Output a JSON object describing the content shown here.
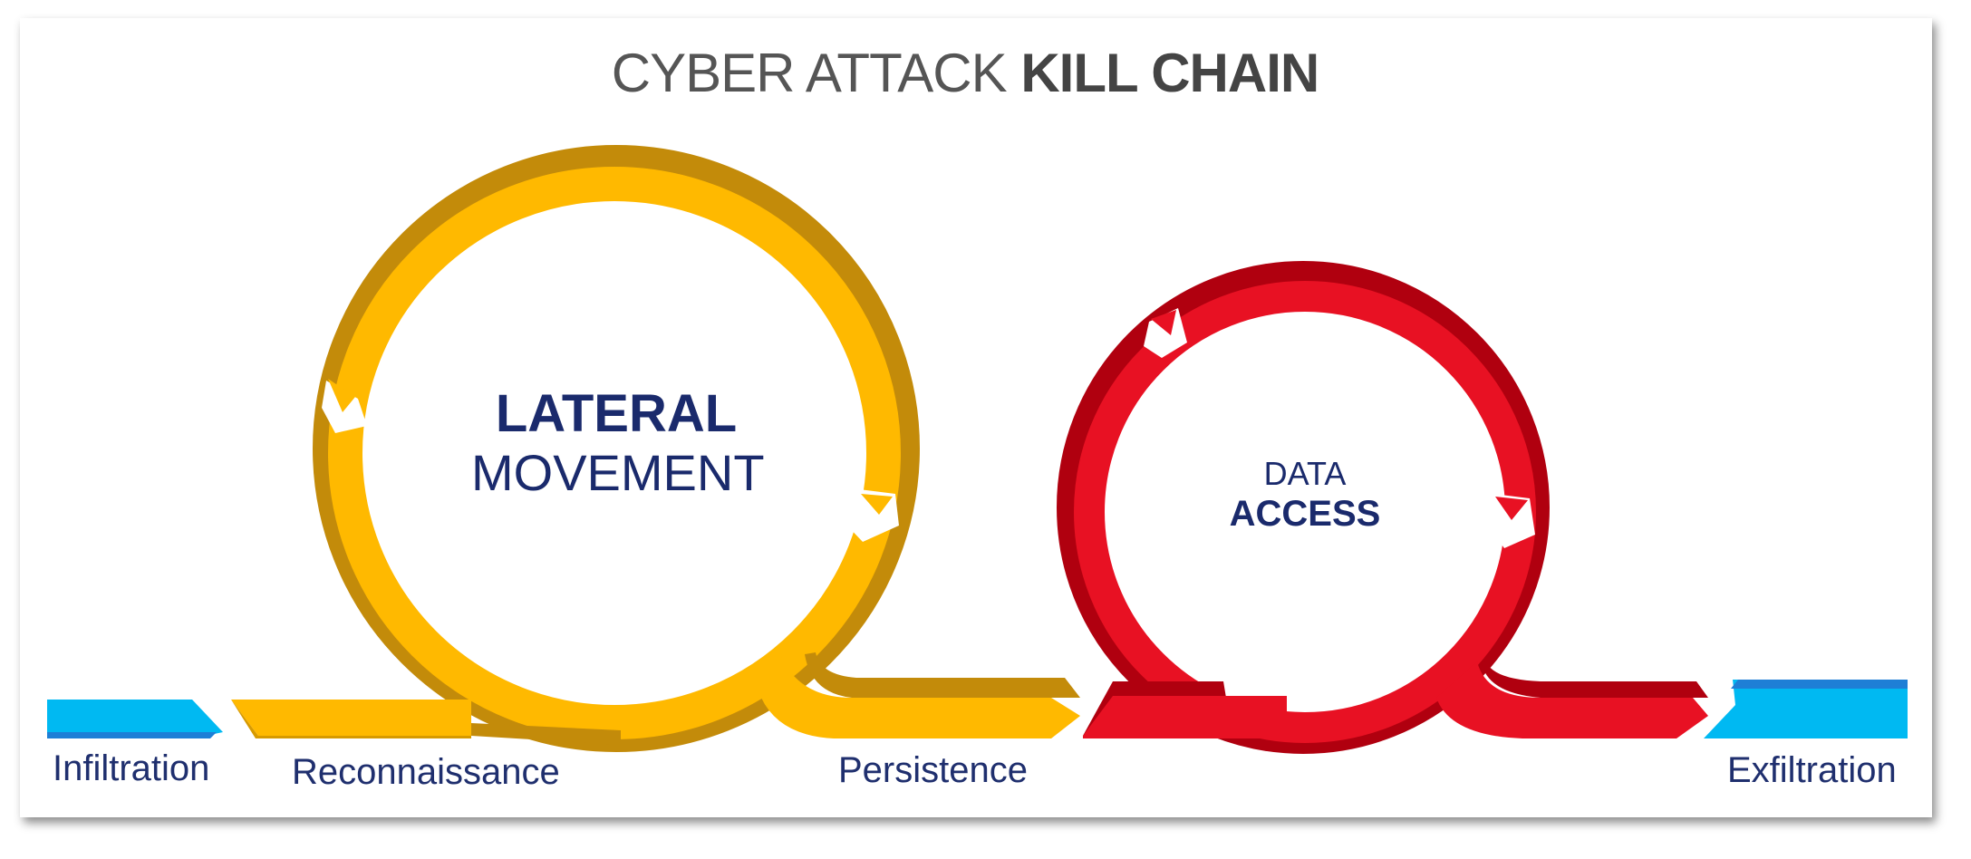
{
  "title": {
    "prefix": "CYBER ATTACK",
    "emphasis": "KILL CHAIN"
  },
  "loops": {
    "lateral": {
      "line1": "LATERAL",
      "line2": "MOVEMENT"
    },
    "data_access": {
      "line1": "DATA",
      "line2": "ACCESS"
    }
  },
  "stages": {
    "infiltration": "Infiltration",
    "reconnaissance": "Reconnaissance",
    "persistence": "Persistence",
    "exfiltration": "Exfiltration"
  },
  "colors": {
    "blue": "#00b9f2",
    "blue_dark": "#1e7fd6",
    "yellow": "#ffb900",
    "yellow_dark": "#c38b0a",
    "red": "#e81123",
    "red_dark": "#b0000f",
    "text_navy": "#1a2a6c"
  }
}
